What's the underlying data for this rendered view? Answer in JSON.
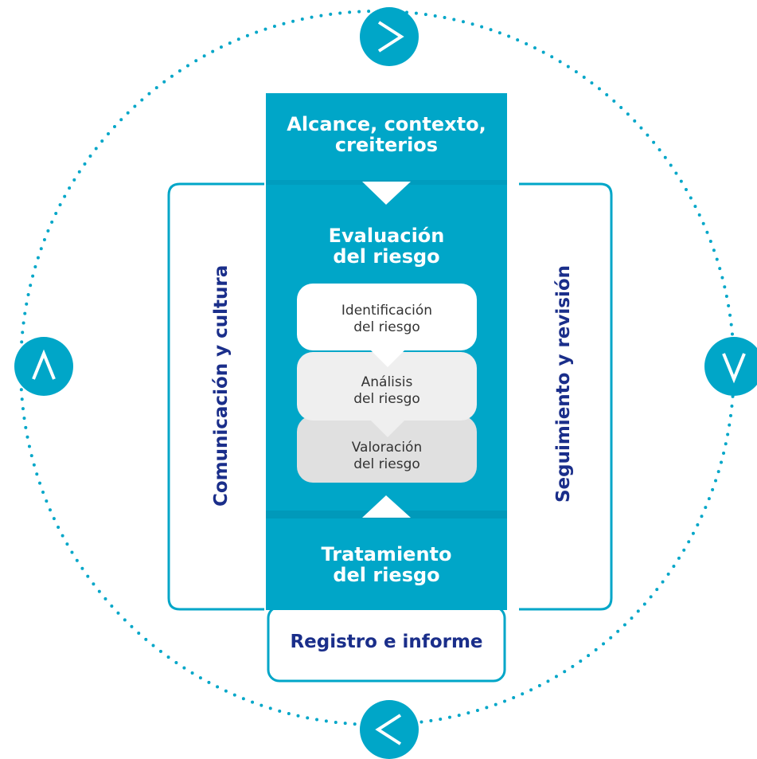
{
  "diagram": {
    "colors": {
      "teal": "#00a6c8",
      "navy": "#1a2e8a",
      "white": "#ffffff",
      "step1": "#ffffff",
      "step2": "#efefef",
      "step3": "#e0e0e0"
    },
    "top_box": "Alcance, contexto,\ncreiterios",
    "center_title": "Evaluación\ndel riesgo",
    "steps": [
      "Identificación\ndel riesgo",
      "Análisis\ndel riesgo",
      "Valoración\ndel riesgo"
    ],
    "bottom_box": "Tratamiento\ndel riesgo",
    "record_box": "Registro e informe",
    "left_label": "Comunicación y cultura",
    "right_label": "Seguimiento y revisión",
    "arrows": {
      "top": ">",
      "right": "V",
      "bottom": "<",
      "left": "Λ"
    },
    "icons": [
      "chevron-right-icon",
      "chevron-down-icon",
      "chevron-left-icon",
      "chevron-up-icon"
    ]
  }
}
